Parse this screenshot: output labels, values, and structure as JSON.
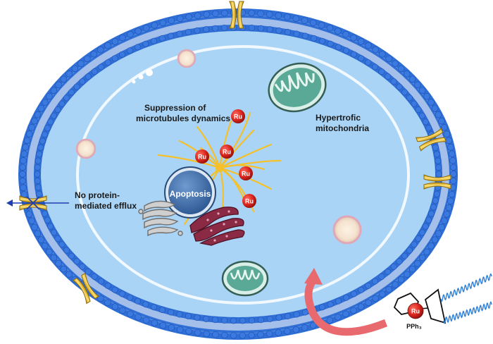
{
  "labels": {
    "suppression_line1": "Suppression of",
    "suppression_line2": "microtubules dynamics",
    "mitochondria_line1": "Hypertrofic",
    "mitochondria_line2": "mitochondria",
    "efflux_line1": "No protein-",
    "efflux_line2": "mediated efflux",
    "apoptosis": "Apoptosis",
    "ru": "Ru",
    "pph3": "PPh₃"
  },
  "colors": {
    "membrane_head": "#2f6fd6",
    "membrane_tail": "#9bb5e8",
    "cytoplasm": "#a9d4f5",
    "microtubule": "#f5c02a",
    "ru_ball": "#d8241c",
    "nucleus": "#3f6ea8",
    "mitochondria": "#5aa896",
    "er": "#8b2a44",
    "golgi": "#b8b8b8",
    "channel": "#f3c93a",
    "uptake_arrow": "#e86a6e",
    "efflux_arrow": "#1f3fae"
  },
  "icons": {
    "channels": "transmembrane-channel-icon",
    "ru_ions": "ruthenium-ion-icon",
    "drug": "ruthenium-arene-complex-icon"
  }
}
